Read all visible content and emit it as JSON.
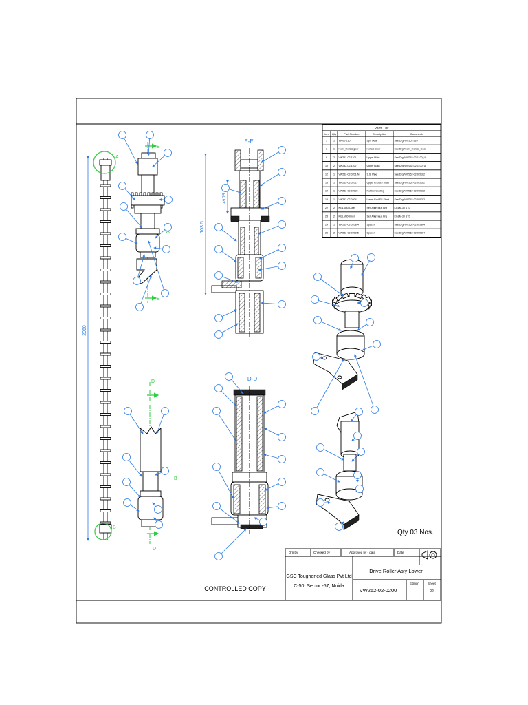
{
  "parts_list": {
    "title": "Parts List",
    "headers": [
      "Item",
      "Qty",
      "Part Number",
      "Description",
      "Comments"
    ],
    "rows": [
      [
        "1",
        "1",
        "VW02-210",
        "Spl. Gear",
        "See Drg#VW202-210"
      ],
      [
        "3",
        "1",
        "Helix_Helical gear",
        "Helical Gear",
        "See Drg#Helix_Helical_Gear"
      ],
      [
        "9",
        "2",
        "VW252-02-1101",
        "Upper Plate",
        "See Drg#VW252-02-1100_U"
      ],
      [
        "10",
        "2",
        "VW252-02-1102",
        "Upper Bush",
        "See Drg#VW252-02-1100_U"
      ],
      [
        "12",
        "1",
        "VW252-02-0201-N",
        "S.S. Pipe",
        "See Drg#VW252-02-0203-2"
      ],
      [
        "13",
        "1",
        "VW252-02-0202",
        "Upper End SS Shaft",
        "See Drg#VW252-02-0203-2"
      ],
      [
        "14",
        "1",
        "VW252-02-02036",
        "Rubber Coating",
        "See Drg#VW252-02-0203-2"
      ],
      [
        "15",
        "1",
        "VW252-02-0204",
        "Lower End SS Shaft",
        "See Drg#VW252-02-0203-2"
      ],
      [
        "22",
        "2",
        "KGLM30-Outer",
        "Self Align Igus Brg",
        "KGLM-30 STD"
      ],
      [
        "23",
        "2",
        "KGLM30-Inner",
        "Self Align Igus Brg",
        "KGLM-30 STD"
      ],
      [
        "24",
        "1",
        "VW252-02-0208-4",
        "Spacer",
        "See Drg#VW252-02-0208-4"
      ],
      [
        "25",
        "2",
        "VW252-02-0208-5",
        "Spacer",
        "See Drg#VW252-02-0208-4"
      ]
    ]
  },
  "views": {
    "section_ee": "E-E",
    "section_dd": "D-D",
    "label_a": "A",
    "label_e": "E",
    "label_d": "D",
    "label_b": "B",
    "dim_overall": "2060",
    "dim_section": "103.5",
    "dim_small": "49.75"
  },
  "qty_note": "Qty 03 Nos.",
  "controlled_copy": "CONTROLLED COPY",
  "title_block": {
    "drawn_by": "Drn by",
    "checked_by": "Checked by",
    "approved_by": "Approved by - date",
    "date": "Date",
    "company_line1": "GSC Toughened Glass Pvt Ltd",
    "company_line2": "C-50, Sector -57, Noida",
    "title": "Drive Roller Asly Lower",
    "drawing_no": "VW252-02-0200",
    "edition_label": "Edition",
    "sheet_label": "Sheet",
    "sheet_value": "02"
  },
  "colors": {
    "callout": "#2c7be5",
    "section_marker": "#2ecc40",
    "line": "#000000"
  }
}
